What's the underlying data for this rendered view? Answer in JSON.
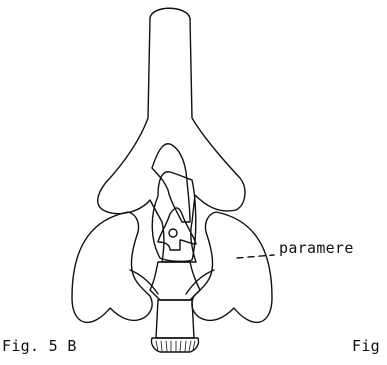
{
  "labels": {
    "paramere": "paramere",
    "figure_caption": "Fig. 5 B",
    "next_figure_caption_partial": "Fig"
  }
}
